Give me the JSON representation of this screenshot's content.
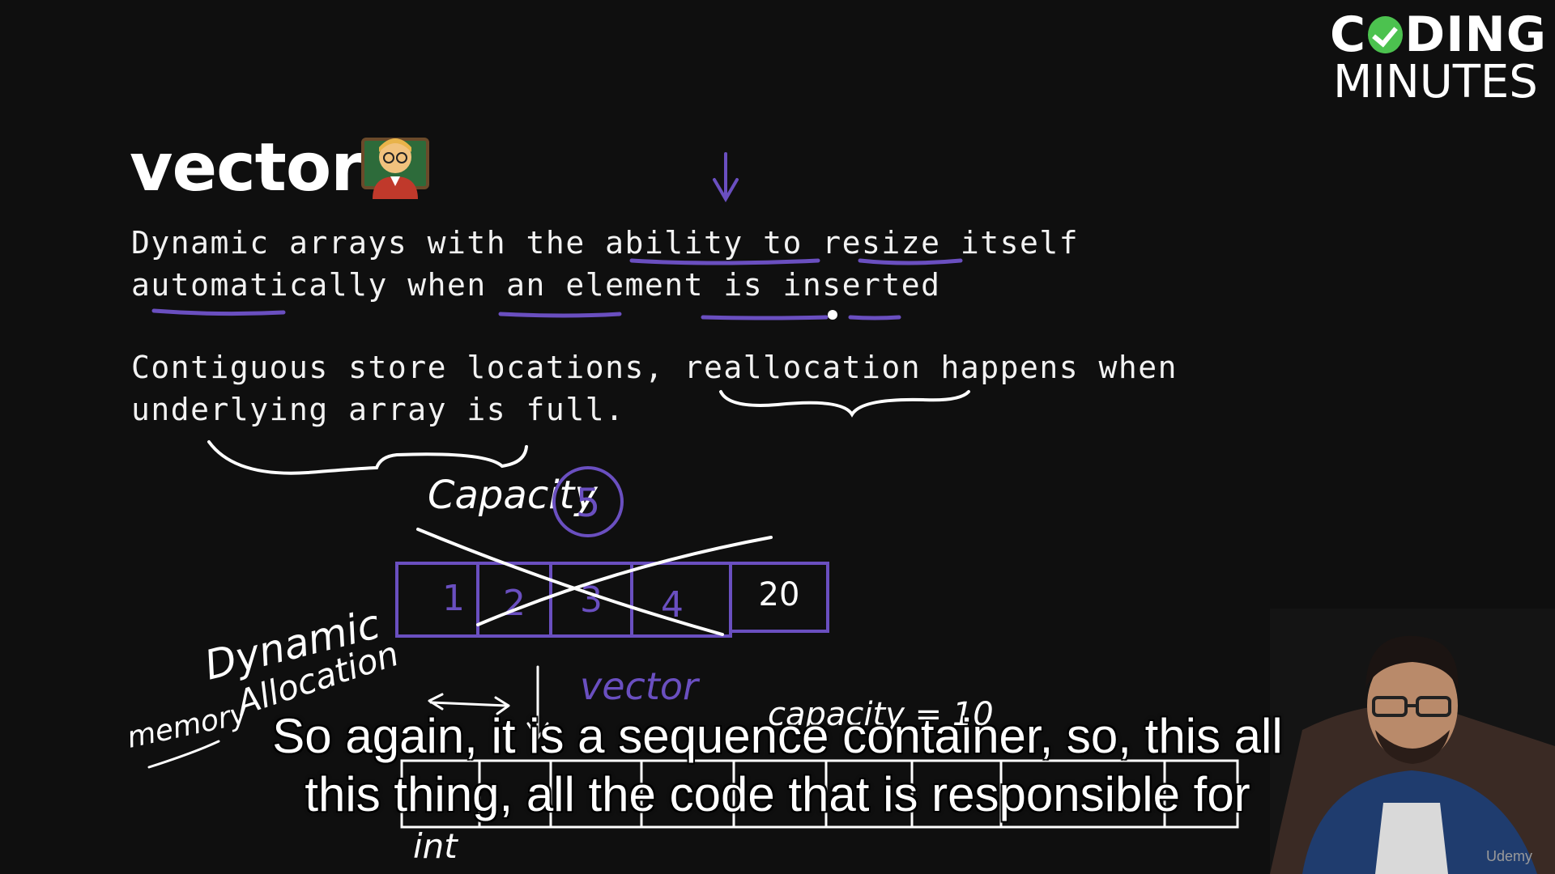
{
  "logo": {
    "line1_pre": "C",
    "line1_post": "DING",
    "line2": "MINUTES",
    "check_color": "#4cc24f"
  },
  "slide": {
    "title": "vector",
    "line1": "Dynamic arrays with the ability to resize itself",
    "line2": "automatically when an element is inserted",
    "line3": "Contiguous store locations, reallocation happens when",
    "line4": "underlying array is full."
  },
  "annotations": {
    "capacity_label": "Capacity",
    "capacity_value": "5",
    "array_cells": [
      "1",
      "2",
      "3",
      "4",
      "20"
    ],
    "dynamic_label": "Dynamic",
    "allocation_label": "Allocation",
    "memory_label": "memory",
    "vector_label": "vector",
    "capacity_10": "capacity = 10",
    "int_label": "int",
    "ink_purple": "#6a4fc0",
    "ink_white": "#ffffff"
  },
  "caption": {
    "line1": "So again, it is a sequence container, so, this all",
    "line2": "this thing, all the code that is responsible for"
  },
  "watermark": "Udemy"
}
